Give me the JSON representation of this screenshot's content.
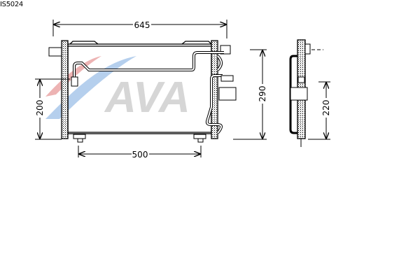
{
  "part_number": "IS5024",
  "logo": {
    "text": "AVA",
    "color": "#c8c8c8",
    "swoosh_colors": [
      "#e79a9a",
      "#8fb5e0"
    ]
  },
  "dimensions": {
    "width_overall": "645",
    "mount_spacing": "500",
    "left_height": "200",
    "core_height": "290",
    "side_height": "220"
  }
}
